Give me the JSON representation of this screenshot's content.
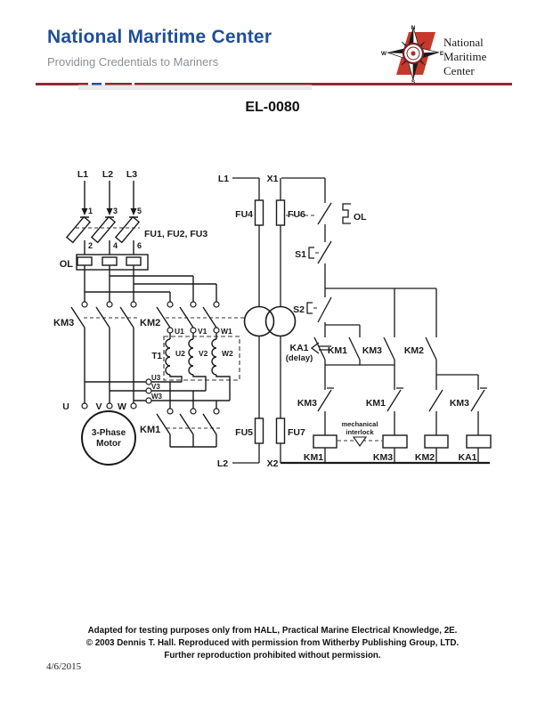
{
  "header": {
    "title": "National Maritime Center",
    "subtitle": "Providing Credentials to Mariners",
    "logo": {
      "line1": "National",
      "line2": "Maritime",
      "line3": "Center",
      "n": "N",
      "e": "E",
      "s": "S",
      "w": "W"
    },
    "colors": {
      "accent_blue": "#1f4e9b",
      "rule_red": "#8e2a33",
      "logo_red": "#c5392c",
      "logo_text": "#6e2b31"
    }
  },
  "doc": {
    "code": "EL-0080"
  },
  "diagram": {
    "labels": {
      "l1": "L1",
      "l2": "L2",
      "l3": "L3",
      "n1": "1",
      "n3": "3",
      "n5": "5",
      "n2": "2",
      "n4": "4",
      "n6": "6",
      "fu123": "FU1, FU2, FU3",
      "ol_power": "OL",
      "km3_main": "KM3",
      "km2_main": "KM2",
      "km1_main": "KM1",
      "u1": "U1",
      "v1": "V1",
      "w1": "W1",
      "t1": "T1",
      "u2": "U2",
      "v2": "V2",
      "w2": "W2",
      "u3": "U3",
      "v3": "V3",
      "w3": "W3",
      "u": "U",
      "v": "V",
      "w": "W",
      "motor1": "3-Phase",
      "motor2": "Motor",
      "ctrl_l1": "L1",
      "ctrl_x1": "X1",
      "ctrl_l2": "L2",
      "ctrl_x2": "X2",
      "fu4": "FU4",
      "fu6": "FU6",
      "fu5": "FU5",
      "fu7": "FU7",
      "ol_ctrl": "OL",
      "s1": "S1",
      "s2": "S2",
      "ka1": "KA1",
      "ka1_delay": "(delay)",
      "aux_km1": "KM1",
      "aux_km3": "KM3",
      "aux_km2": "KM2",
      "nc_km3": "KM3",
      "nc_km1": "KM1",
      "nc_km3b": "KM3",
      "coil_km1": "KM1",
      "coil_km3": "KM3",
      "coil_km2": "KM2",
      "coil_ka1": "KA1",
      "mech1": "mechanical",
      "mech2": "interlock"
    }
  },
  "footer": {
    "line1": "Adapted for testing purposes only from HALL, Practical Marine Electrical Knowledge, 2E.",
    "line2": "© 2003 Dennis T. Hall. Reproduced with permission from Witherby Publishing Group, LTD.",
    "line3": "Further reproduction prohibited without permission.",
    "date": "4/6/2015"
  }
}
